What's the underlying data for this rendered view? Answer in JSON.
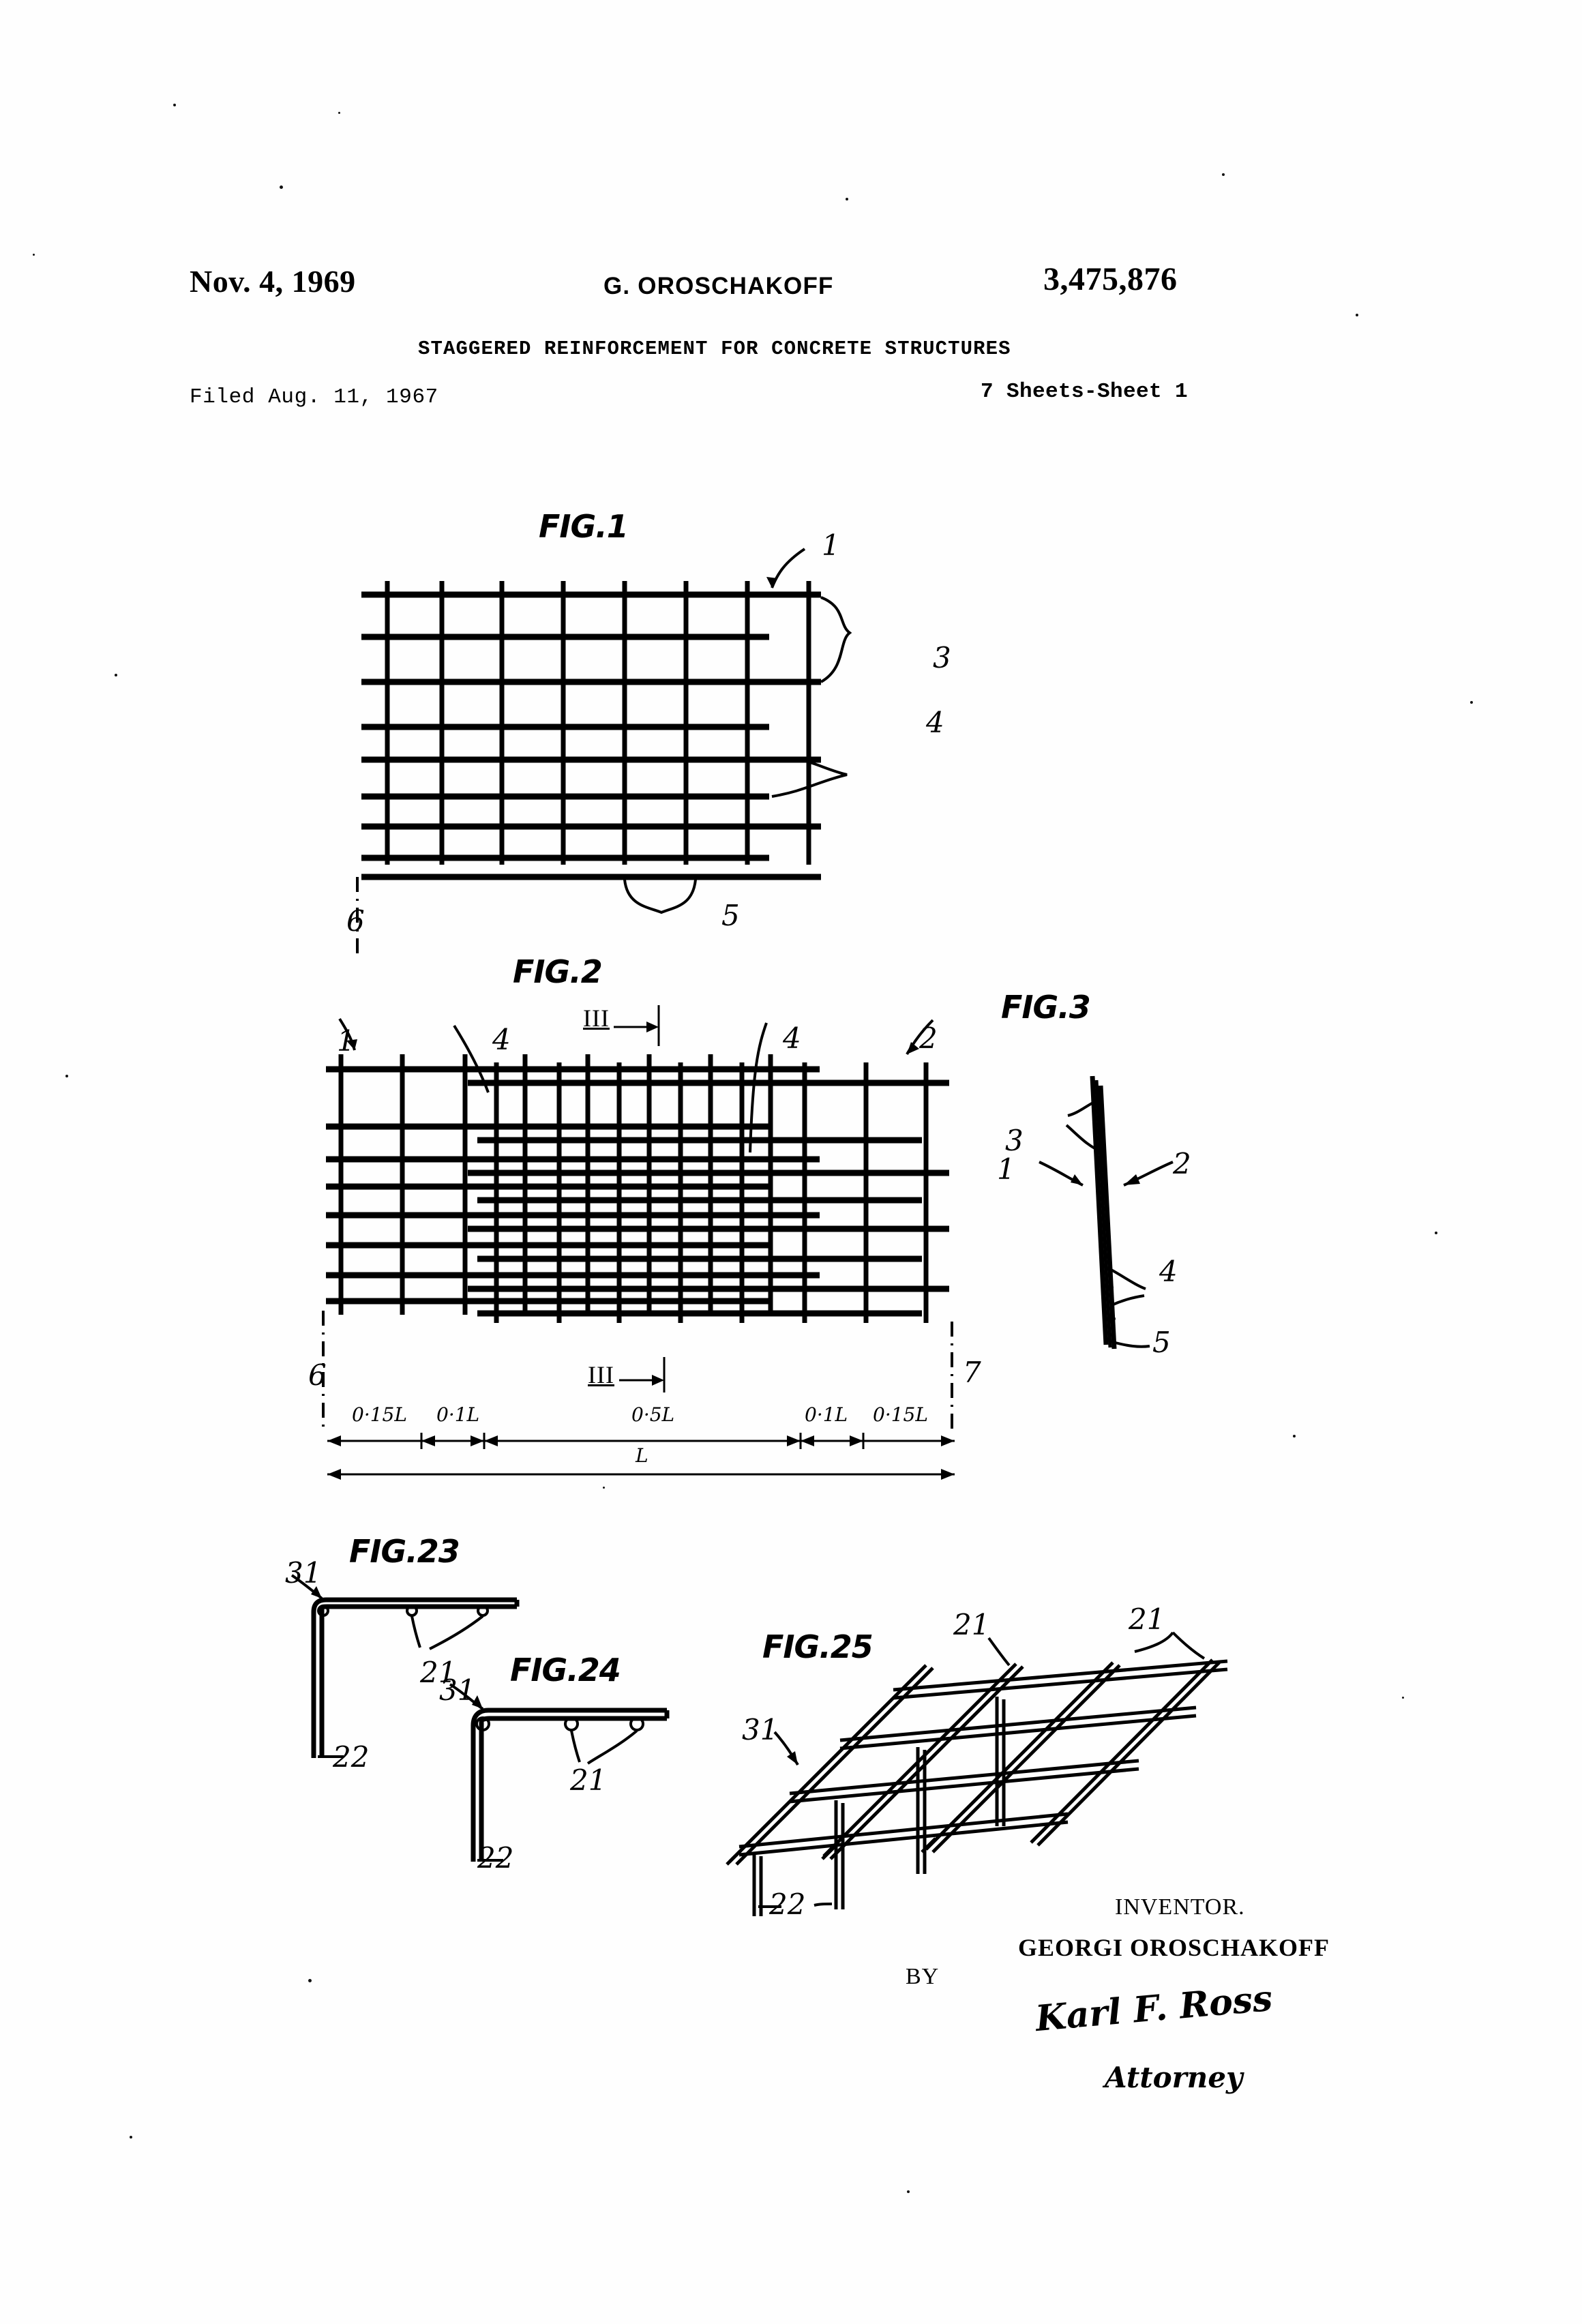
{
  "header": {
    "date": "Nov. 4, 1969",
    "inventor_surname": "G. OROSCHAKOFF",
    "patent_number": "3,475,876",
    "title": "STAGGERED REINFORCEMENT FOR CONCRETE STRUCTURES",
    "filed": "Filed Aug. 11, 1967",
    "sheets": "7 Sheets-Sheet 1"
  },
  "figures": {
    "fig1": {
      "label": "FIG.1",
      "refs": [
        {
          "id": "r1",
          "text": "1"
        },
        {
          "id": "r3",
          "text": "3"
        },
        {
          "id": "r4",
          "text": "4"
        },
        {
          "id": "r5",
          "text": "5"
        },
        {
          "id": "r6",
          "text": "6"
        }
      ]
    },
    "fig2": {
      "label": "FIG.2",
      "section_mark_top": "III",
      "section_mark_bottom": "III",
      "refs": [
        {
          "id": "r1",
          "text": "1"
        },
        {
          "id": "r4a",
          "text": "4"
        },
        {
          "id": "r4b",
          "text": "4"
        },
        {
          "id": "r2",
          "text": "2"
        },
        {
          "id": "r6",
          "text": "6"
        },
        {
          "id": "r7",
          "text": "7"
        }
      ],
      "dimensions": {
        "segments": [
          "0·15L",
          "0·1L",
          "0·5L",
          "0·1L",
          "0·15L"
        ],
        "overall": "L"
      }
    },
    "fig3": {
      "label": "FIG.3",
      "refs": [
        {
          "id": "r3",
          "text": "3"
        },
        {
          "id": "r1",
          "text": "1"
        },
        {
          "id": "r2",
          "text": "2"
        },
        {
          "id": "r4",
          "text": "4"
        },
        {
          "id": "r5",
          "text": "5"
        }
      ]
    },
    "fig23": {
      "label": "FIG.23",
      "refs": [
        {
          "id": "r31",
          "text": "31"
        },
        {
          "id": "r21",
          "text": "21"
        },
        {
          "id": "r22",
          "text": "22"
        }
      ]
    },
    "fig24": {
      "label": "FIG.24",
      "refs": [
        {
          "id": "r31",
          "text": "31"
        },
        {
          "id": "r21",
          "text": "21"
        },
        {
          "id": "r22",
          "text": "22"
        }
      ]
    },
    "fig25": {
      "label": "FIG.25",
      "refs": [
        {
          "id": "r21a",
          "text": "21"
        },
        {
          "id": "r21b",
          "text": "21"
        },
        {
          "id": "r31",
          "text": "31"
        },
        {
          "id": "r22",
          "text": "22"
        }
      ]
    }
  },
  "signature": {
    "inventor_label": "INVENTOR.",
    "inventor_name": "GEORGI OROSCHAKOFF",
    "by_label": "BY",
    "attorney_signature": "Karl F. Ross",
    "attorney_label": "Attorney"
  }
}
